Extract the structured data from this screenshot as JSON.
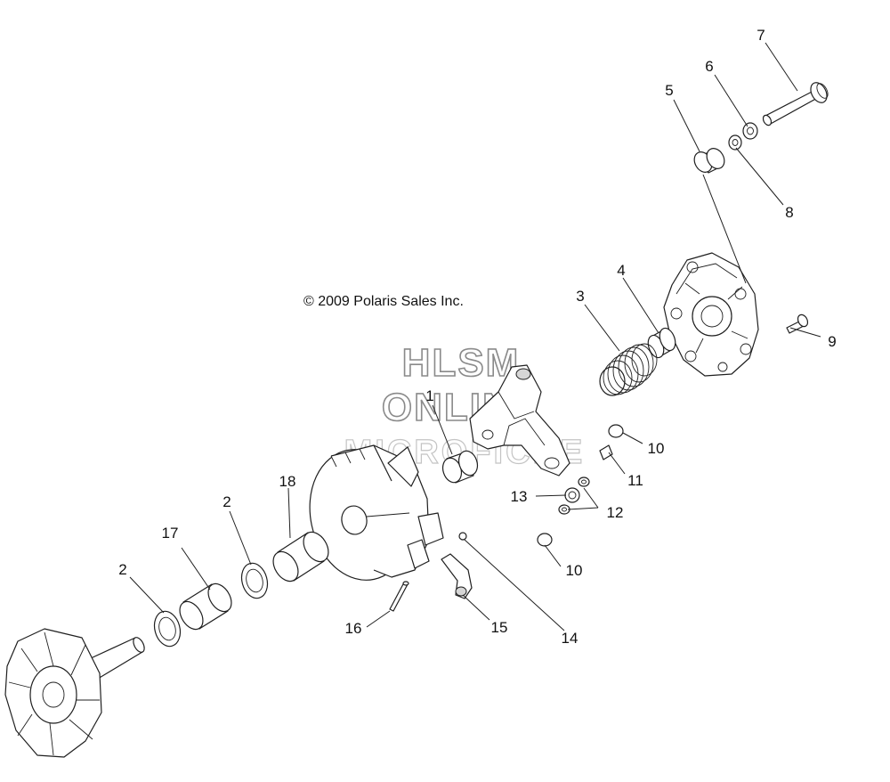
{
  "copyright": "© 2009 Polaris Sales Inc.",
  "watermark": {
    "line1": "HLSM",
    "line2": "ONLINE",
    "line3": "MICROFICHE"
  },
  "callouts": [
    "1",
    "2",
    "2",
    "3",
    "4",
    "5",
    "6",
    "7",
    "8",
    "9",
    "10",
    "10",
    "11",
    "12",
    "13",
    "14",
    "15",
    "16",
    "17",
    "18"
  ]
}
